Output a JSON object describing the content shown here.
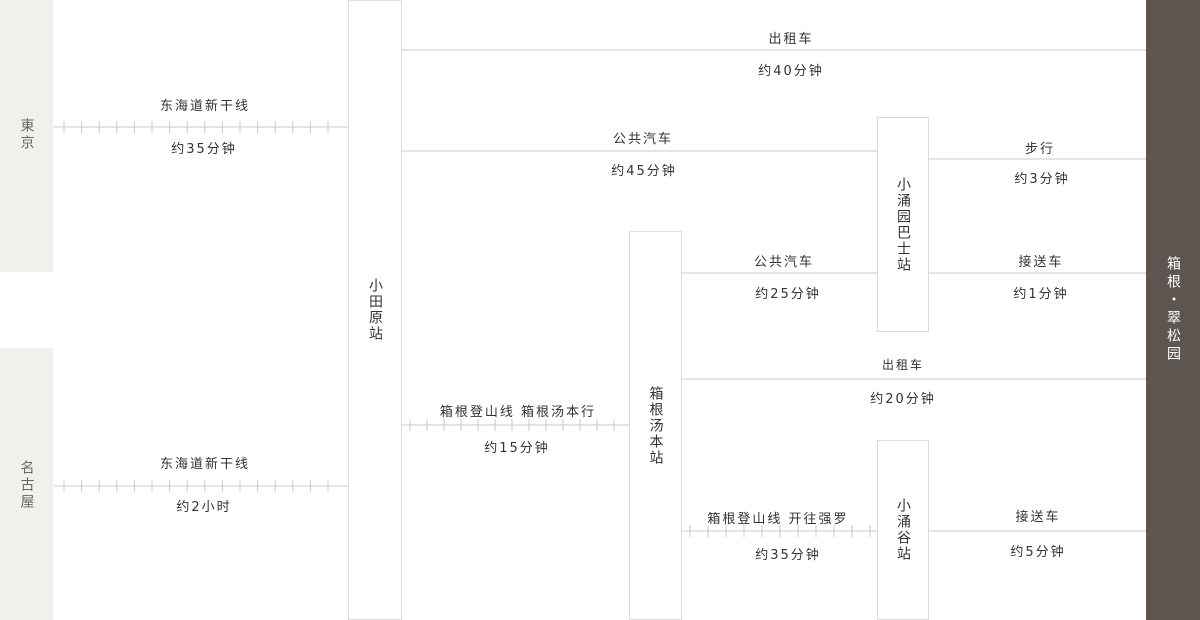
{
  "origins": {
    "tokyo": "東京",
    "nagoya": "名古屋"
  },
  "destination": "箱根・翠松园",
  "stations": {
    "odawara": "小田原站",
    "hakone_yumoto": "箱根汤本站",
    "kowakien_bus": "小涌园巴士站",
    "kowakidani": "小涌谷站"
  },
  "routes": {
    "tokyo_odawara": {
      "name": "东海道新干线",
      "time": "约35分钟"
    },
    "nagoya_odawara": {
      "name": "东海道新干线",
      "time": "约2小时"
    },
    "odawara_taxi": {
      "name": "出租车",
      "time": "约40分钟"
    },
    "odawara_bus": {
      "name": "公共汽车",
      "time": "约45分钟"
    },
    "bus_walk": {
      "name": "步行",
      "time": "约3分钟"
    },
    "odawara_yumoto": {
      "name": "箱根登山线 箱根汤本行",
      "time": "约15分钟"
    },
    "yumoto_bus": {
      "name": "公共汽车",
      "time": "约25分钟"
    },
    "bus_shuttle": {
      "name": "接送车",
      "time": "约1分钟"
    },
    "yumoto_taxi": {
      "name": "出租车",
      "time": "约20分钟"
    },
    "yumoto_kowakidani": {
      "name": "箱根登山线 开往强罗",
      "time": "约35分钟"
    },
    "kowakidani_shuttle": {
      "name": "接送车",
      "time": "约5分钟"
    }
  },
  "colors": {
    "origin_bg": "#f1f0eb",
    "destination_bg": "#5d5650",
    "line": "#c8c8c8"
  }
}
